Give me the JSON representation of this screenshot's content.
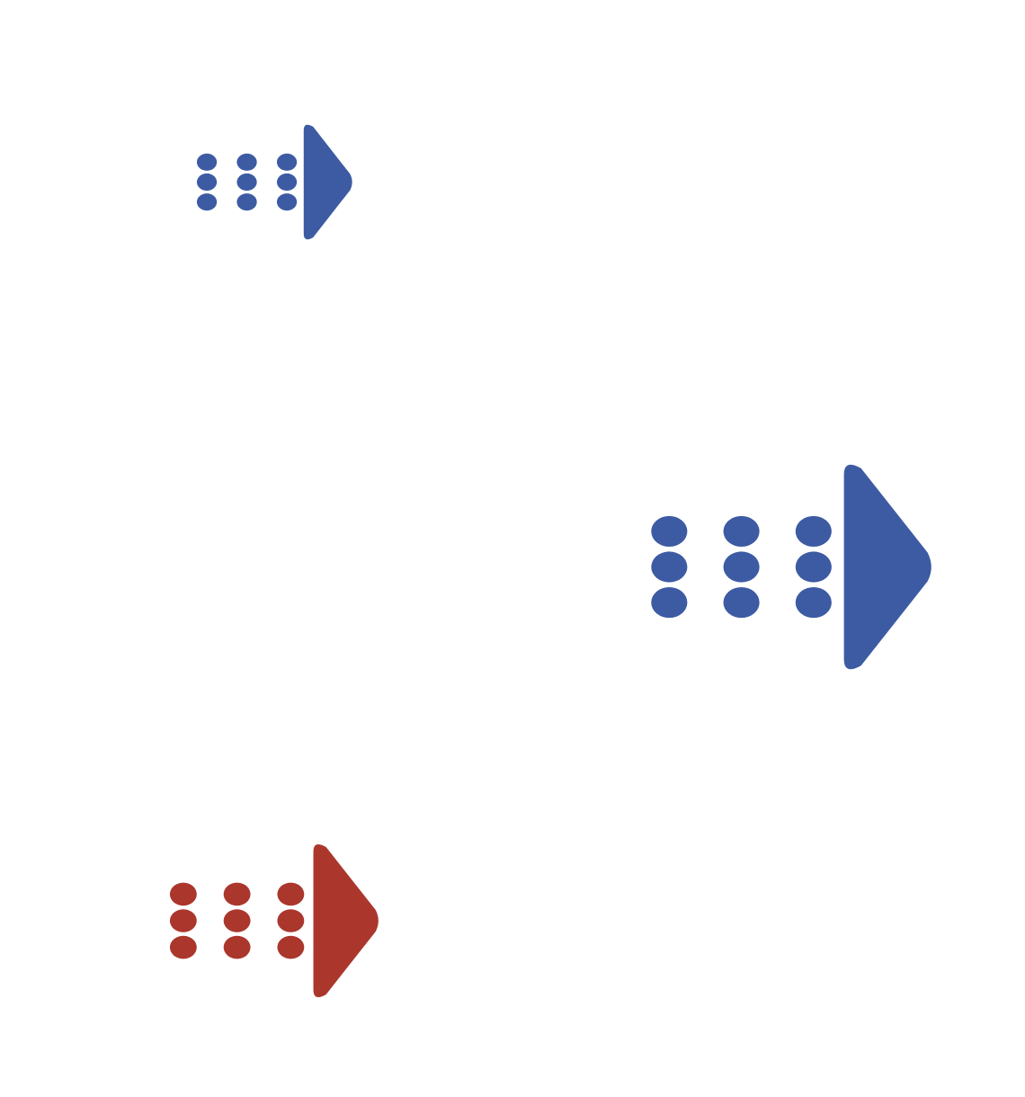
{
  "glyphs": [
    {
      "id": "glyph-small-top",
      "icon": "dots-play-arrow-icon",
      "color": "#3d5ba3"
    },
    {
      "id": "glyph-large-middle",
      "icon": "dots-play-arrow-icon",
      "color": "#3d5ba3"
    },
    {
      "id": "glyph-medium-bottom",
      "icon": "dots-play-arrow-icon",
      "color": "#ab362c"
    }
  ]
}
